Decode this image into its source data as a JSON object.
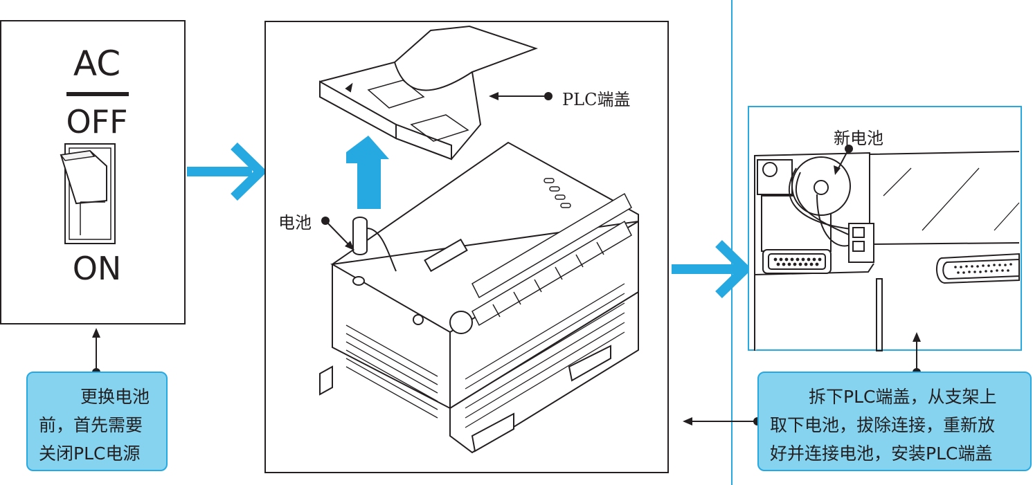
{
  "switch_panel": {
    "ac_label": "AC",
    "off_label": "OFF",
    "on_label": "ON"
  },
  "step1_note": {
    "lines": [
      "更换电池",
      "前，首先需要",
      "关闭PLC电源"
    ]
  },
  "plc_panel": {
    "cover_label": "PLC端盖",
    "battery_label": "电池"
  },
  "detail_panel": {
    "new_battery_label": "新电池"
  },
  "step3_note": {
    "lines": [
      "拆下PLC端盖，从支架上",
      "取下电池，拔除连接，重新放",
      "好并连接电池，安装PLC端盖"
    ]
  },
  "colors": {
    "accent_blue": "#26a9e0",
    "callout_fill": "#86d3ef",
    "line": "#231f20"
  }
}
